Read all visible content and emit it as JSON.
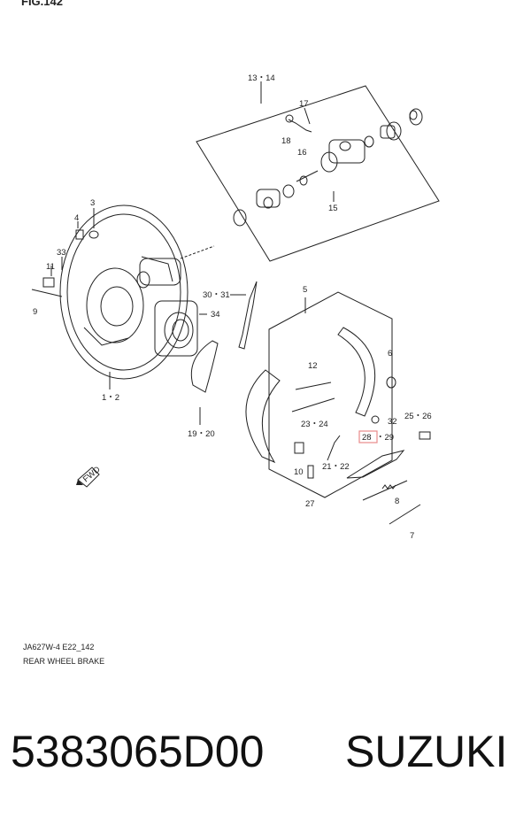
{
  "figure": {
    "ref": "FIG.142"
  },
  "labels": {
    "l1314": "13・14",
    "l17": "17",
    "l18": "18",
    "l16": "16",
    "l15": "15",
    "l3": "3",
    "l4": "4",
    "l33": "33",
    "l11": "11",
    "l9": "9",
    "l3031": "30・31",
    "l34": "34",
    "l5": "5",
    "l6": "6",
    "l12": "12",
    "l12b": "1・2",
    "l1920": "19・20",
    "l2324": "23・24",
    "l32": "32",
    "l2526": "25・26",
    "l28": "28",
    "l29": "・29",
    "l10": "10",
    "l2122": "21・22",
    "l27": "27",
    "l8": "8",
    "l7": "7",
    "fwd": "FWD"
  },
  "caption": {
    "code": "JA627W-4 E22_142",
    "title": "REAR WHEEL BRAKE"
  },
  "footer": {
    "part_number": "5383065D00",
    "brand": "SUZUKI"
  },
  "colors": {
    "highlight": "#e88a8a"
  }
}
